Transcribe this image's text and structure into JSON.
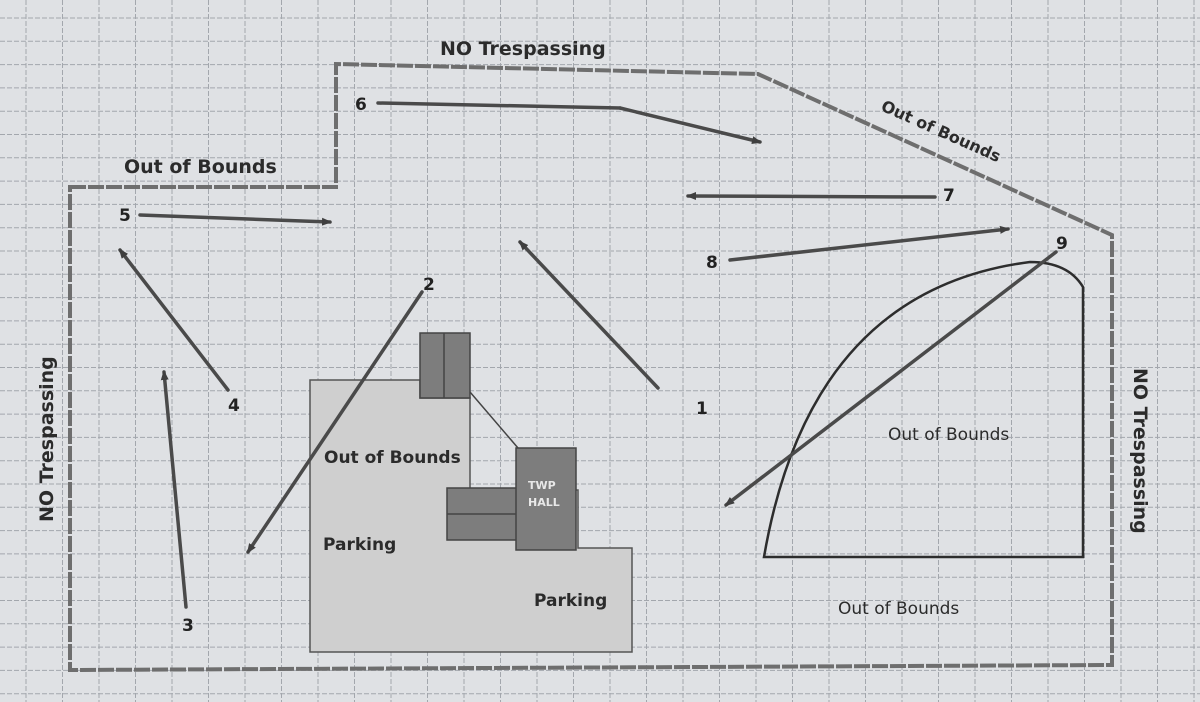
{
  "map": {
    "labels": {
      "no_trespassing_top": "NO Trespassing",
      "no_trespassing_left": "NO Trespassing",
      "no_trespassing_right": "NO Trespassing",
      "out_of_bounds_top_left": "Out of Bounds",
      "out_of_bounds_diagonal": "Out of Bounds",
      "out_of_bounds_building": "Out of Bounds",
      "out_of_bounds_arc": "Out of Bounds",
      "out_of_bounds_bottom": "Out of Bounds",
      "parking_left": "Parking",
      "parking_right": "Parking",
      "twp_hall_line1": "TWP",
      "twp_hall_line2": "HALL"
    },
    "holes": [
      "1",
      "2",
      "3",
      "4",
      "5",
      "6",
      "7",
      "8",
      "9"
    ],
    "colors": {
      "paper": "#dfe1e4",
      "grid": "#a3a7ad",
      "boundary": "#6e6e6e",
      "arrow": "#4a4a4a",
      "parking_lot": "#cfcfcf",
      "building": "#7d7d7d"
    }
  }
}
